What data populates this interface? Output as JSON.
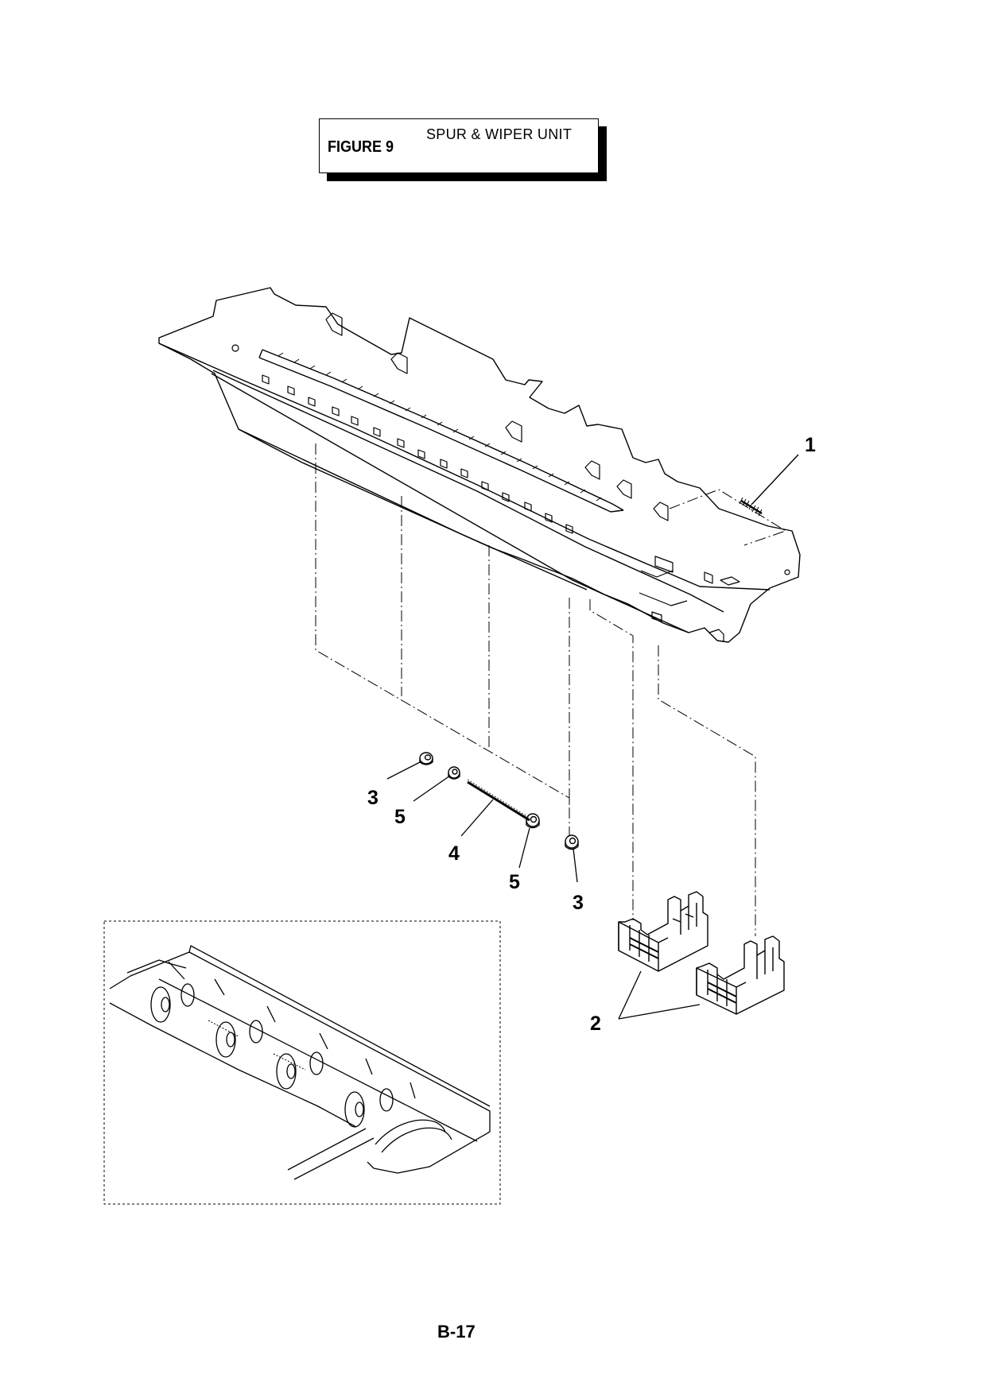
{
  "figure": {
    "number_label": "FIGURE 9",
    "name": "SPUR & WIPER UNIT"
  },
  "callouts": {
    "spring": "1",
    "wiper_holder": "2",
    "spur_gear_left": "3",
    "spur_left": "5",
    "shaft": "4",
    "spur_right": "5",
    "spur_gear_right": "3"
  },
  "page": {
    "number": "B-17"
  }
}
